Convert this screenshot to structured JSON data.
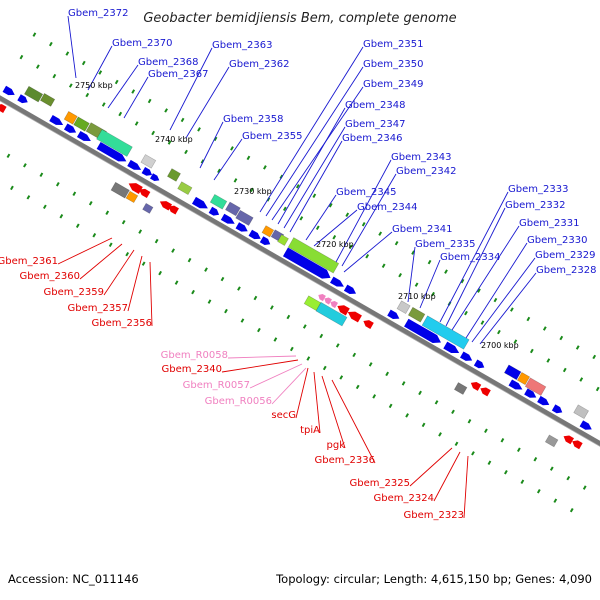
{
  "title": "Geobacter bemidjiensis Bem, complete genome",
  "accession": "Accession: NC_011146",
  "topology": "Topology: circular; Length: 4,615,150 bp; Genes: 4,090",
  "colors": {
    "forward_label": "#1818d0",
    "reverse_label": "#e00000",
    "rna_label": "#f080c0",
    "forward_gene": "#0000e8",
    "reverse_gene": "#ee0000",
    "backbone": "#777777",
    "tick": "#1a8a1a"
  },
  "scale_ticks": [
    "2750 kbp",
    "2740 kbp",
    "2730 kbp",
    "2720 kbp",
    "2710 kbp",
    "2700 kbp"
  ],
  "forward_labels": [
    "Gbem_2372",
    "Gbem_2370",
    "Gbem_2368",
    "Gbem_2367",
    "Gbem_2363",
    "Gbem_2362",
    "Gbem_2358",
    "Gbem_2355",
    "Gbem_2351",
    "Gbem_2350",
    "Gbem_2349",
    "Gbem_2348",
    "Gbem_2347",
    "Gbem_2346",
    "Gbem_2343",
    "Gbem_2342",
    "Gbem_2345",
    "Gbem_2344",
    "Gbem_2341",
    "Gbem_2335",
    "Gbem_2334",
    "Gbem_2333",
    "Gbem_2332",
    "Gbem_2331",
    "Gbem_2330",
    "Gbem_2329",
    "Gbem_2328"
  ],
  "reverse_labels": [
    "Gbem_2361",
    "Gbem_2360",
    "Gbem_2359",
    "Gbem_2357",
    "Gbem_2356",
    "Gbem_2340",
    "secG",
    "tpiA",
    "pgk",
    "Gbem_2336",
    "Gbem_2325",
    "Gbem_2324",
    "Gbem_2323"
  ],
  "rna_labels": [
    "Gbem_R0058",
    "Gbem_R0057",
    "Gbem_R0056"
  ]
}
